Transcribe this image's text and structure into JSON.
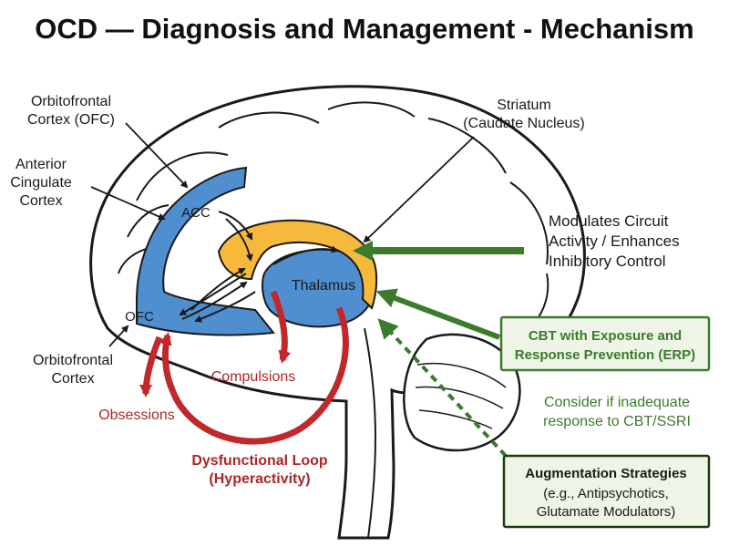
{
  "title": "OCD — Diagnosis and Management - Mechanism",
  "labels": {
    "ofc_top": [
      "Orbitofrontal",
      "Cortex (OFC)"
    ],
    "acc_side": [
      "Anterior",
      "Cingulate",
      "Cortex"
    ],
    "ofc_bottom": [
      "Orbitofrontal",
      "Cortex"
    ],
    "striatum": [
      "Striatum",
      "(Caudate Nucleus)"
    ],
    "acc": "ACC",
    "ofc": "OFC",
    "thalamus": "Thalamus",
    "compulsions": "Compulsions",
    "obsessions": "Obsessions",
    "loop": [
      "Dysfunctional Loop",
      "(Hyperactivity)"
    ]
  },
  "annotations": {
    "modulates": [
      "Modulates Circuit",
      "Activity / Enhances",
      "Inhibitory Control"
    ],
    "cbt": [
      "CBT with Exposure and",
      "Response Prevention (ERP)"
    ],
    "consider": [
      "Consider if inadequate",
      "response to CBT/SSRI"
    ],
    "augmentation_title": "Augmentation Strategies",
    "augmentation_body": [
      "(e.g., Antipsychotics,",
      "Glutamate Modulators)"
    ]
  },
  "colors": {
    "cortex_blue": "#4f8fd0",
    "striatum_orange": "#f7b93c",
    "loop_red": "#c0282c",
    "label_red": "#a8282a",
    "green": "#3c7a2c",
    "box_fill": "#eef5e6"
  }
}
